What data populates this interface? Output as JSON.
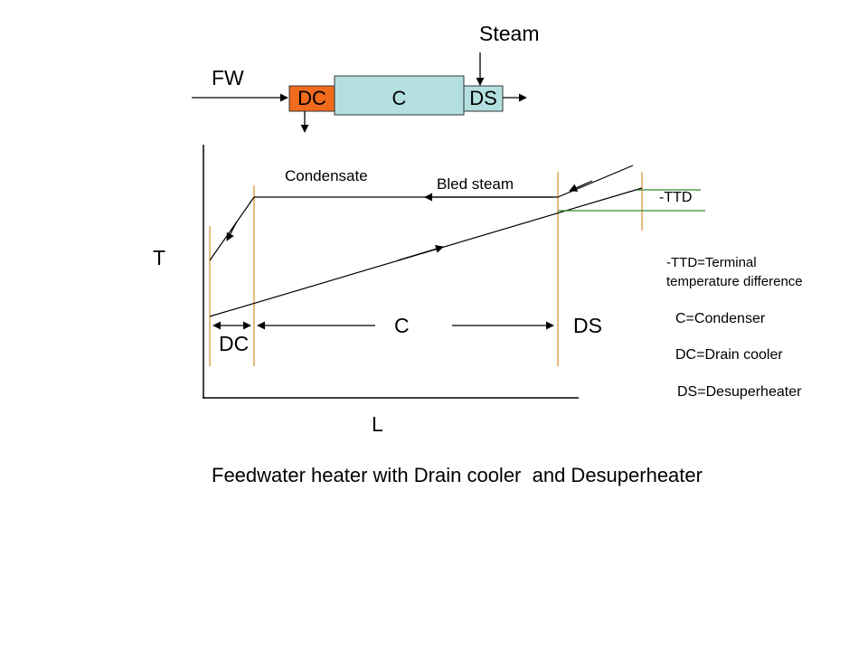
{
  "heater": {
    "steam_label": "Steam",
    "fw_label": "FW",
    "sections": [
      "DC",
      "C",
      "DS"
    ],
    "colors": {
      "dc_fill": "#f26b1d",
      "c_fill": "#b3dfe0",
      "ds_fill": "#b3dfe0",
      "section_line": "#d4902a",
      "ttd_line": "#2e8b2e"
    }
  },
  "graph": {
    "y_axis_label": "T",
    "x_axis_label": "L",
    "condensate_label": "Condensate",
    "bled_steam_label": "Bled steam",
    "ttd_label": "-TTD",
    "zone_dc": "DC",
    "zone_c": "C",
    "zone_ds": "DS"
  },
  "legend": {
    "ttd_line1": "-TTD=Terminal",
    "ttd_line2": "temperature difference",
    "c_def": "C=Condenser",
    "dc_def": "DC=Drain cooler",
    "ds_def": "DS=Desuperheater"
  },
  "caption": "Feedwater heater with Drain cooler  and Desuperheater"
}
